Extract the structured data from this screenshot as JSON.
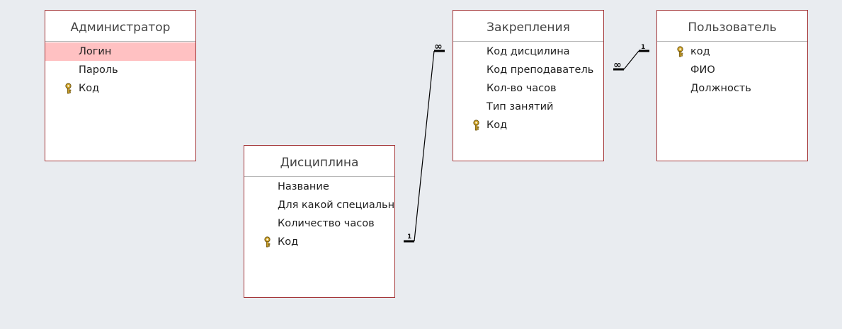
{
  "tables": {
    "admin": {
      "title": "Администратор",
      "fields": [
        "Логин",
        "Пароль",
        "Код"
      ]
    },
    "zakr": {
      "title": "Закрепления",
      "fields": [
        "Код дисцилина",
        "Код преподаватель",
        "Кол-во часов",
        "Тип занятий",
        "Код"
      ]
    },
    "user": {
      "title": "Пользователь",
      "fields": [
        "код",
        "ФИО",
        "Должность"
      ]
    },
    "disc": {
      "title": "Дисциплина",
      "fields": [
        "Название",
        "Для какой специальности",
        "Количество часов",
        "Код"
      ]
    }
  },
  "relationships": {
    "disc_zakr": {
      "one": "1",
      "many": "∞"
    },
    "user_zakr": {
      "one": "1",
      "many": "∞"
    }
  },
  "colors": {
    "background": "#e9ecf0",
    "table_border": "#a4373a",
    "selected_row": "#ffc1c2",
    "key_icon": "#d4a82a"
  },
  "icons": {
    "primary_key": "key-icon"
  }
}
